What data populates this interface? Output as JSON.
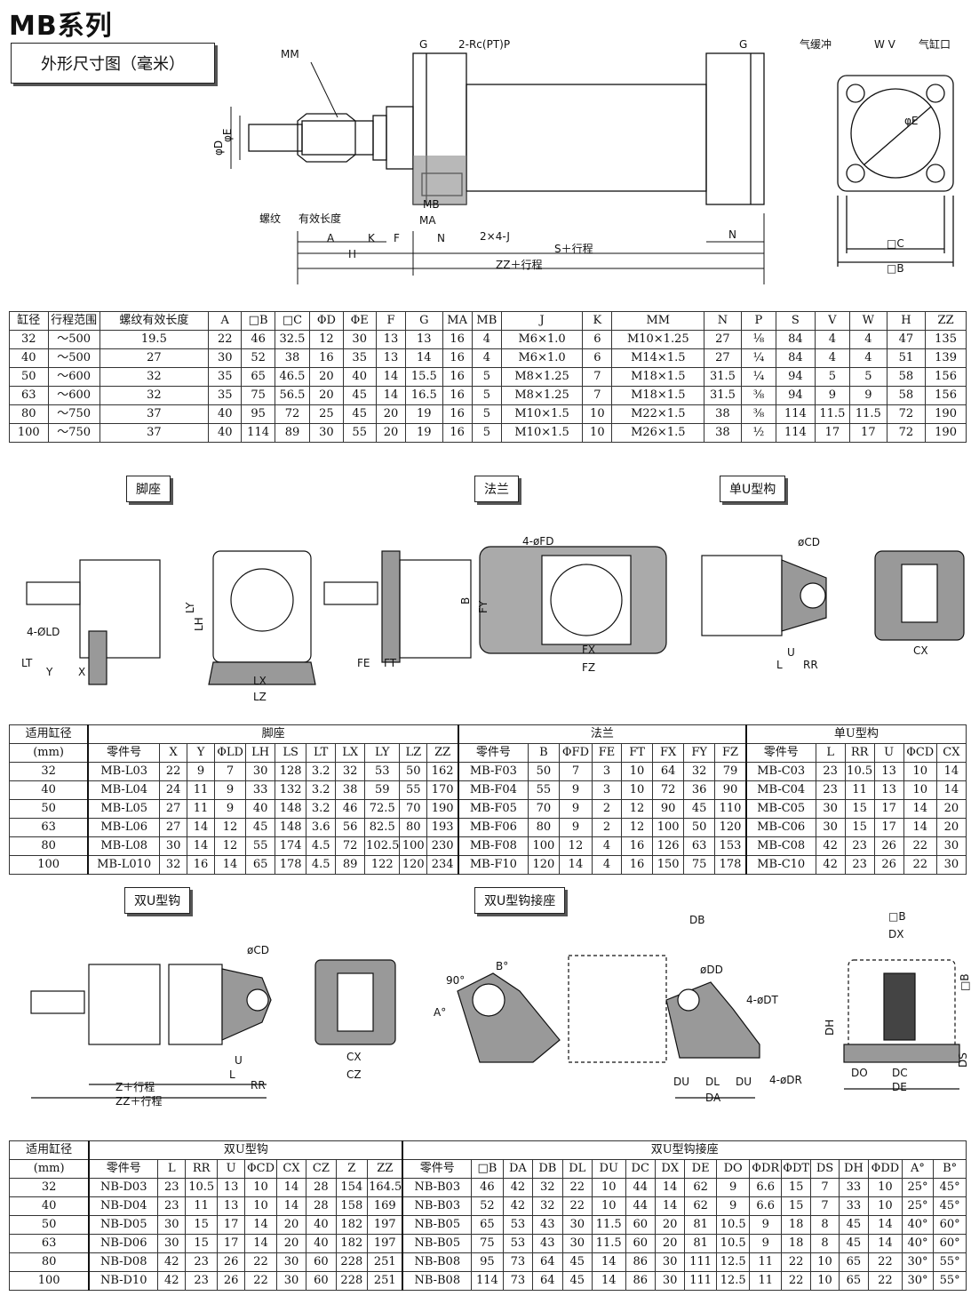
{
  "title": "MB系列",
  "subtitle": "外形尺寸图（毫米）",
  "main_diagram": {
    "labels": {
      "mm": "MM",
      "g1": "G",
      "port": "2-Rc(PT)P",
      "g2": "G",
      "phi_d": "φD",
      "phi_e": "φE",
      "thread": "螺纹",
      "thread_len": "有效长度",
      "a": "A",
      "k": "K",
      "f": "F",
      "n1": "N",
      "mb": "MB",
      "ma": "MA",
      "j": "2×4-J",
      "h": "H",
      "s": "S＋行程",
      "zz": "ZZ＋行程",
      "n2": "N"
    },
    "end_view": {
      "cushion": "气缓冲",
      "wv": "W V",
      "air_port": "气缸口",
      "phi_e": "φE",
      "c": "□C",
      "b": "□B"
    }
  },
  "table1": {
    "headers": [
      "缸径",
      "行程范围",
      "螺纹有效长度",
      "A",
      "□B",
      "□C",
      "ΦD",
      "ΦE",
      "F",
      "G",
      "MA",
      "MB",
      "J",
      "K",
      "MM",
      "N",
      "P",
      "S",
      "V",
      "W",
      "H",
      "ZZ"
    ],
    "rows": [
      [
        "32",
        "～500",
        "19.5",
        "22",
        "46",
        "32.5",
        "12",
        "30",
        "13",
        "13",
        "16",
        "4",
        "M6×1.0",
        "6",
        "M10×1.25",
        "27",
        "⅛",
        "84",
        "4",
        "4",
        "47",
        "135"
      ],
      [
        "40",
        "～500",
        "27",
        "30",
        "52",
        "38",
        "16",
        "35",
        "13",
        "14",
        "16",
        "4",
        "M6×1.0",
        "6",
        "M14×1.5",
        "27",
        "¼",
        "84",
        "4",
        "4",
        "51",
        "139"
      ],
      [
        "50",
        "～600",
        "32",
        "35",
        "65",
        "46.5",
        "20",
        "40",
        "14",
        "15.5",
        "16",
        "5",
        "M8×1.25",
        "7",
        "M18×1.5",
        "31.5",
        "¼",
        "94",
        "5",
        "5",
        "58",
        "156"
      ],
      [
        "63",
        "～600",
        "32",
        "35",
        "75",
        "56.5",
        "20",
        "45",
        "14",
        "16.5",
        "16",
        "5",
        "M8×1.25",
        "7",
        "M18×1.5",
        "31.5",
        "⅜",
        "94",
        "9",
        "9",
        "58",
        "156"
      ],
      [
        "80",
        "～750",
        "37",
        "40",
        "95",
        "72",
        "25",
        "45",
        "20",
        "19",
        "16",
        "5",
        "M10×1.5",
        "10",
        "M22×1.5",
        "38",
        "⅜",
        "114",
        "11.5",
        "11.5",
        "72",
        "190"
      ],
      [
        "100",
        "～750",
        "37",
        "40",
        "114",
        "89",
        "30",
        "55",
        "20",
        "19",
        "16",
        "5",
        "M10×1.5",
        "10",
        "M26×1.5",
        "38",
        "½",
        "114",
        "17",
        "17",
        "72",
        "190"
      ]
    ]
  },
  "section_labels": {
    "foot": "脚座",
    "flange": "法兰",
    "single_clevis": "单U型构",
    "double_clevis": "双U型钩",
    "clevis_bracket": "双U型钩接座"
  },
  "mount_diagram": {
    "foot": {
      "ld": "4-ØLD",
      "lt": "LT",
      "y": "Y",
      "x": "X",
      "ly": "LY",
      "lh": "LH",
      "lx": "LX",
      "lz": "LZ",
      "fe": "FE",
      "ft": "FT"
    },
    "flange": {
      "fd": "4-øFD",
      "b": "B",
      "fy": "FY",
      "fx": "FX",
      "fz": "FZ"
    },
    "clevis": {
      "cd": "øCD",
      "u": "U",
      "l": "L",
      "rr": "RR",
      "cx": "CX"
    }
  },
  "table2": {
    "group_headers": [
      "适用缸径",
      "脚座",
      "法兰",
      "单U型构"
    ],
    "unit": "(mm)",
    "sub_headers": [
      "零件号",
      "X",
      "Y",
      "ΦLD",
      "LH",
      "LS",
      "LT",
      "LX",
      "LY",
      "LZ",
      "ZZ",
      "零件号",
      "B",
      "ΦFD",
      "FE",
      "FT",
      "FX",
      "FY",
      "FZ",
      "零件号",
      "L",
      "RR",
      "U",
      "ΦCD",
      "CX"
    ],
    "rows": [
      [
        "32",
        "MB-L03",
        "22",
        "9",
        "7",
        "30",
        "128",
        "3.2",
        "32",
        "53",
        "50",
        "162",
        "MB-F03",
        "50",
        "7",
        "3",
        "10",
        "64",
        "32",
        "79",
        "MB-C03",
        "23",
        "10.5",
        "13",
        "10",
        "14"
      ],
      [
        "40",
        "MB-L04",
        "24",
        "11",
        "9",
        "33",
        "132",
        "3.2",
        "38",
        "59",
        "55",
        "170",
        "MB-F04",
        "55",
        "9",
        "3",
        "10",
        "72",
        "36",
        "90",
        "MB-C04",
        "23",
        "11",
        "13",
        "10",
        "14"
      ],
      [
        "50",
        "MB-L05",
        "27",
        "11",
        "9",
        "40",
        "148",
        "3.2",
        "46",
        "72.5",
        "70",
        "190",
        "MB-F05",
        "70",
        "9",
        "2",
        "12",
        "90",
        "45",
        "110",
        "MB-C05",
        "30",
        "15",
        "17",
        "14",
        "20"
      ],
      [
        "63",
        "MB-L06",
        "27",
        "14",
        "12",
        "45",
        "148",
        "3.6",
        "56",
        "82.5",
        "80",
        "193",
        "MB-F06",
        "80",
        "9",
        "2",
        "12",
        "100",
        "50",
        "120",
        "MB-C06",
        "30",
        "15",
        "17",
        "14",
        "20"
      ],
      [
        "80",
        "MB-L08",
        "30",
        "14",
        "12",
        "55",
        "174",
        "4.5",
        "72",
        "102.5",
        "100",
        "230",
        "MB-F08",
        "100",
        "12",
        "4",
        "16",
        "126",
        "63",
        "153",
        "MB-C08",
        "42",
        "23",
        "26",
        "22",
        "30"
      ],
      [
        "100",
        "MB-L010",
        "32",
        "16",
        "14",
        "65",
        "178",
        "4.5",
        "89",
        "122",
        "120",
        "234",
        "MB-F10",
        "120",
        "14",
        "4",
        "16",
        "150",
        "75",
        "178",
        "MB-C10",
        "42",
        "23",
        "26",
        "22",
        "30"
      ]
    ]
  },
  "bottom_diagram": {
    "clevis": {
      "cd": "øCD",
      "u": "U",
      "l": "L",
      "rr": "RR",
      "z": "Z＋行程",
      "zz": "ZZ＋行程",
      "cx": "CX",
      "cz": "CZ"
    },
    "bracket": {
      "deg90": "90°",
      "a": "A°",
      "b": "B°",
      "db": "DB",
      "dd": "øDD",
      "dt": "4-øDT",
      "dr": "4-øDR",
      "du1": "DU",
      "dl": "DL",
      "du2": "DU",
      "da": "DA",
      "sb": "□B",
      "dx": "DX",
      "sb2": "□B",
      "dh": "DH",
      "do": "DO",
      "dc": "DC",
      "ds": "DS",
      "de": "DE"
    }
  },
  "table3": {
    "group_headers": [
      "适用缸径",
      "双U型钩",
      "双U型钩接座"
    ],
    "unit": "(mm)",
    "sub_headers": [
      "零件号",
      "L",
      "RR",
      "U",
      "ΦCD",
      "CX",
      "CZ",
      "Z",
      "ZZ",
      "零件号",
      "□B",
      "DA",
      "DB",
      "DL",
      "DU",
      "DC",
      "DX",
      "DE",
      "DO",
      "ΦDR",
      "ΦDT",
      "DS",
      "DH",
      "ΦDD",
      "A°",
      "B°"
    ],
    "rows": [
      [
        "32",
        "NB-D03",
        "23",
        "10.5",
        "13",
        "10",
        "14",
        "28",
        "154",
        "164.5",
        "NB-B03",
        "46",
        "42",
        "32",
        "22",
        "10",
        "44",
        "14",
        "62",
        "9",
        "6.6",
        "15",
        "7",
        "33",
        "10",
        "25°",
        "45°"
      ],
      [
        "40",
        "NB-D04",
        "23",
        "11",
        "13",
        "10",
        "14",
        "28",
        "158",
        "169",
        "NB-B03",
        "52",
        "42",
        "32",
        "22",
        "10",
        "44",
        "14",
        "62",
        "9",
        "6.6",
        "15",
        "7",
        "33",
        "10",
        "25°",
        "45°"
      ],
      [
        "50",
        "NB-D05",
        "30",
        "15",
        "17",
        "14",
        "20",
        "40",
        "182",
        "197",
        "NB-B05",
        "65",
        "53",
        "43",
        "30",
        "11.5",
        "60",
        "20",
        "81",
        "10.5",
        "9",
        "18",
        "8",
        "45",
        "14",
        "40°",
        "60°"
      ],
      [
        "63",
        "NB-D06",
        "30",
        "15",
        "17",
        "14",
        "20",
        "40",
        "182",
        "197",
        "NB-B05",
        "75",
        "53",
        "43",
        "30",
        "11.5",
        "60",
        "20",
        "81",
        "10.5",
        "9",
        "18",
        "8",
        "45",
        "14",
        "40°",
        "60°"
      ],
      [
        "80",
        "NB-D08",
        "42",
        "23",
        "26",
        "22",
        "30",
        "60",
        "228",
        "251",
        "NB-B08",
        "95",
        "73",
        "64",
        "45",
        "14",
        "86",
        "30",
        "111",
        "12.5",
        "11",
        "22",
        "10",
        "65",
        "22",
        "30°",
        "55°"
      ],
      [
        "100",
        "NB-D10",
        "42",
        "23",
        "26",
        "22",
        "30",
        "60",
        "228",
        "251",
        "NB-B08",
        "114",
        "73",
        "64",
        "45",
        "14",
        "86",
        "30",
        "111",
        "12.5",
        "11",
        "22",
        "10",
        "65",
        "22",
        "30°",
        "55°"
      ]
    ]
  }
}
